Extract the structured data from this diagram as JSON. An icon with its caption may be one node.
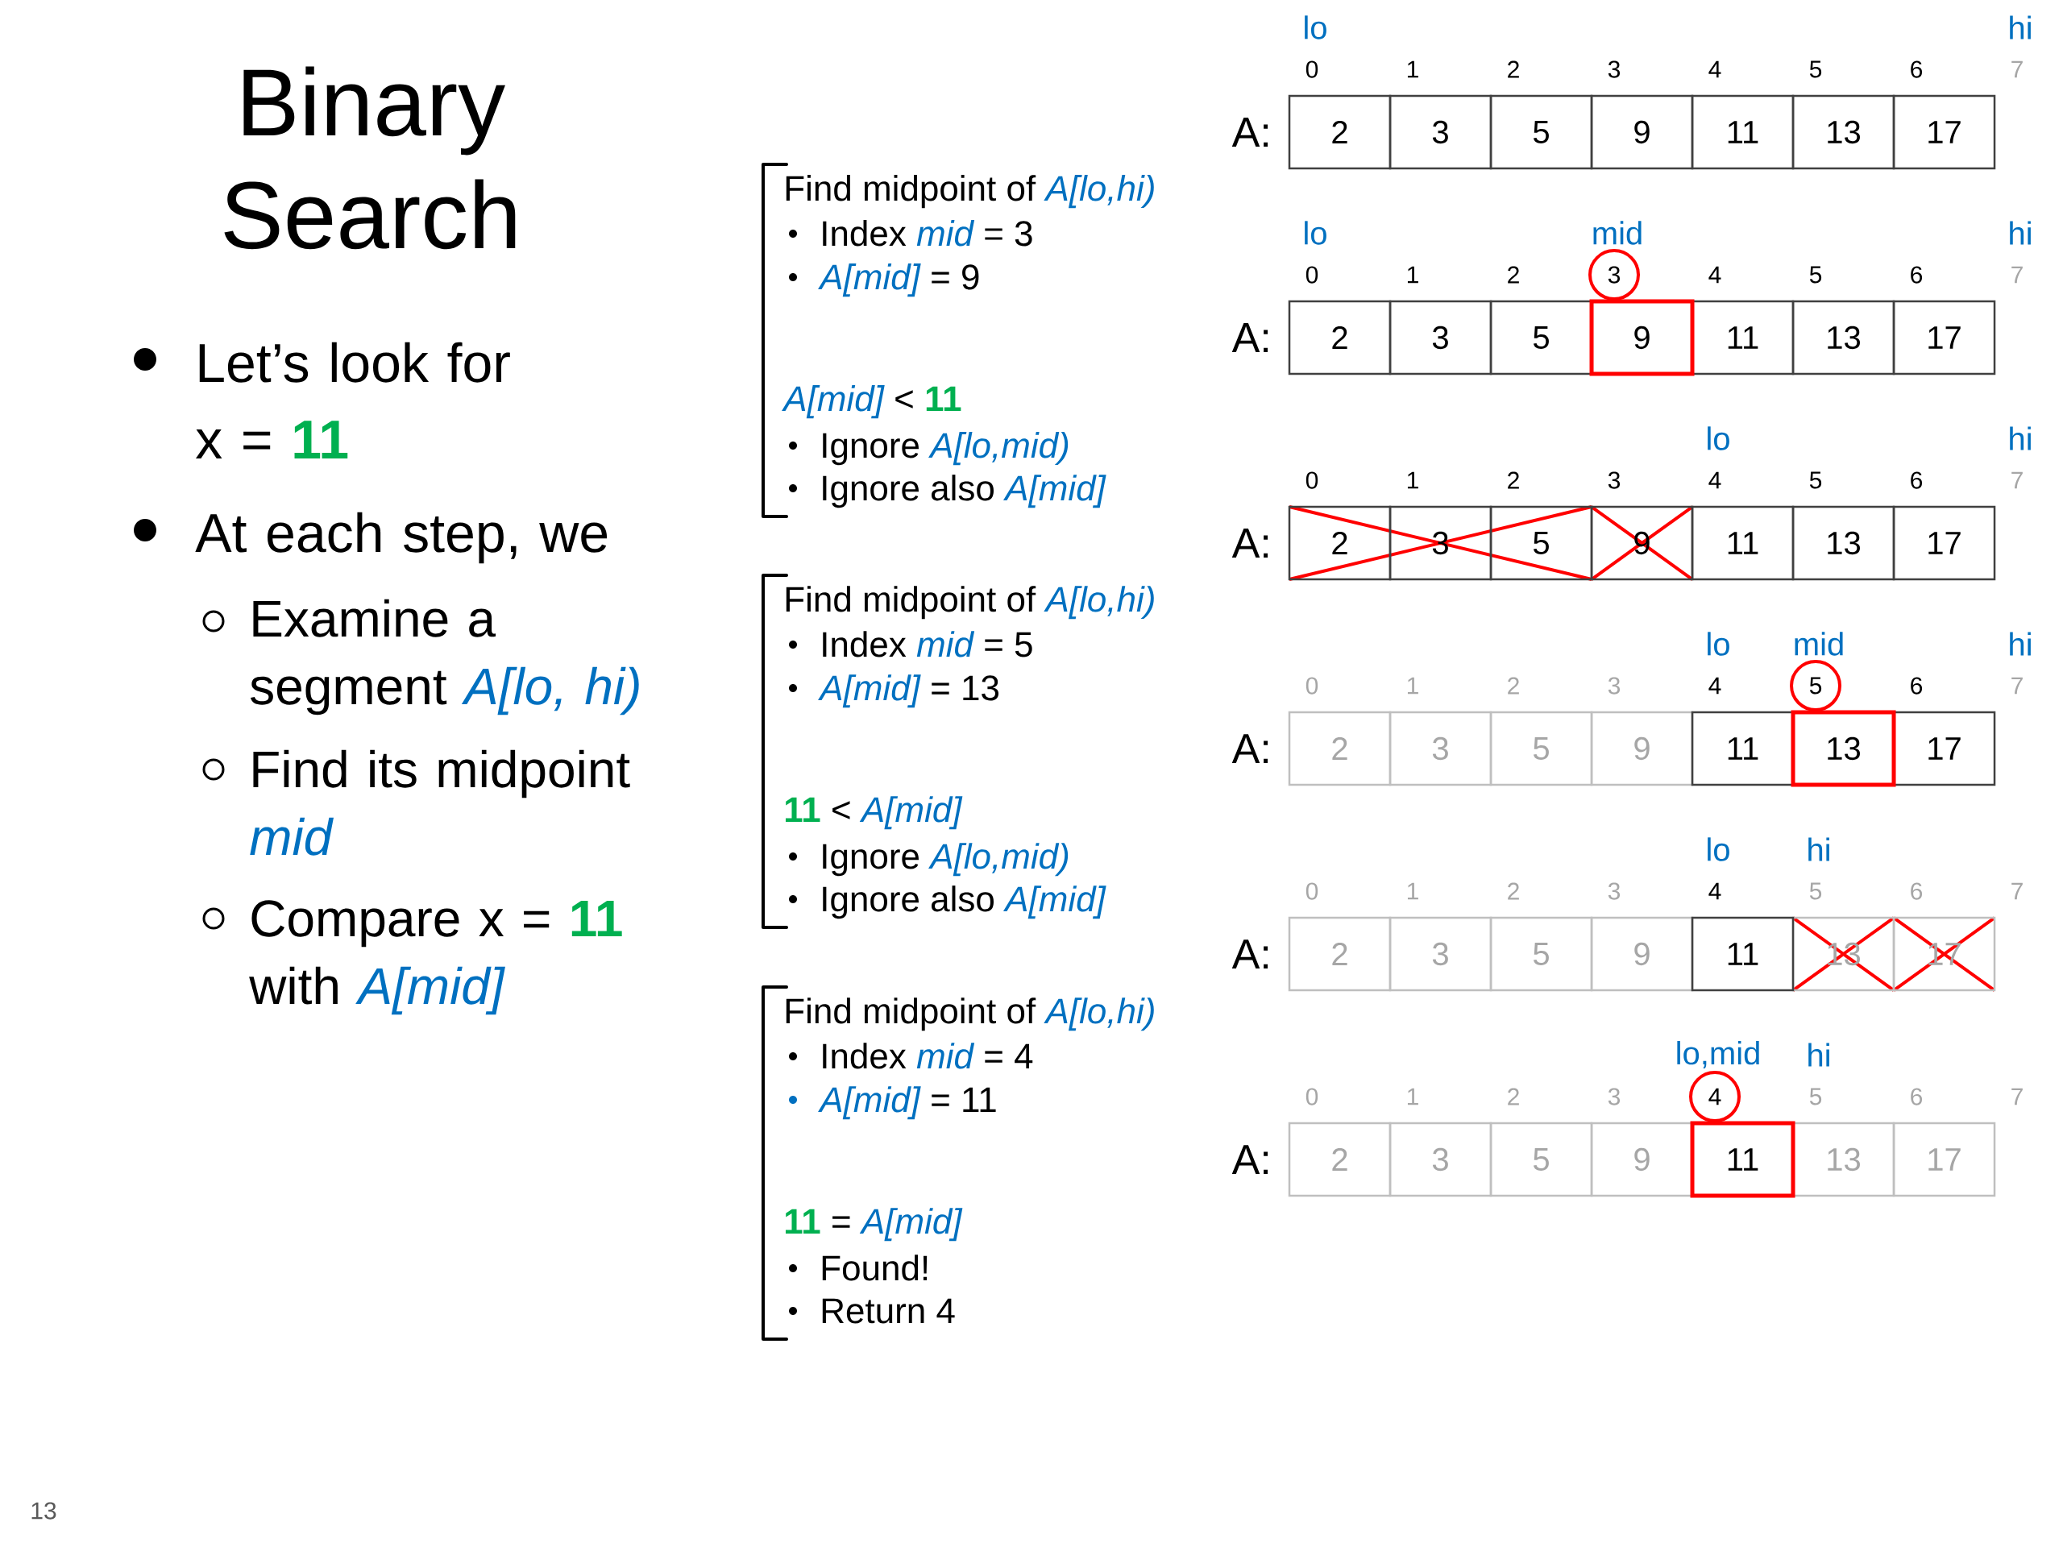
{
  "diagram": {
    "title": "Binary Search",
    "nodes": [
      {
        "text": [
          "2"
        ]
      },
      {
        "text": [
          "3"
        ]
      },
      {
        "text": [
          "5"
        ]
      },
      {
        "text": [
          "9"
        ]
      },
      {
        "text": [
          "11"
        ]
      },
      {
        "text": [
          "13"
        ]
      },
      {
        "text": [
          "17"
        ]
      },
      {
        "text": [
          "3"
        ]
      },
      {
        "text": [
          "2"
        ]
      },
      {
        "text": [
          "3"
        ]
      },
      {
        "text": [
          "5"
        ]
      },
      {
        "text": [
          "9"
        ]
      },
      {
        "text": [
          "11"
        ]
      },
      {
        "text": [
          "13"
        ]
      },
      {
        "text": [
          "17"
        ]
      },
      {
        "text": [
          "2"
        ]
      },
      {
        "text": [
          "3"
        ]
      },
      {
        "text": [
          "5"
        ]
      },
      {
        "text": [
          "9"
        ]
      },
      {
        "text": [
          "11"
        ]
      },
      {
        "text": [
          "13"
        ]
      },
      {
        "text": [
          "17"
        ]
      },
      {
        "text": [
          "5"
        ]
      },
      {
        "text": [
          "2"
        ]
      },
      {
        "text": [
          "3"
        ]
      },
      {
        "text": [
          "5"
        ]
      },
      {
        "text": [
          "9"
        ]
      },
      {
        "text": [
          "11"
        ]
      },
      {
        "text": [
          "13"
        ]
      },
      {
        "text": [
          "17"
        ]
      },
      {
        "text": [
          "2"
        ]
      },
      {
        "text": [
          "3"
        ]
      },
      {
        "text": [
          "5"
        ]
      },
      {
        "text": [
          "9"
        ]
      },
      {
        "text": [
          "11"
        ]
      },
      {
        "text": [
          "13"
        ]
      },
      {
        "text": [
          "17"
        ]
      },
      {
        "text": [
          "4"
        ]
      },
      {
        "text": [
          "2"
        ]
      },
      {
        "text": [
          "3"
        ]
      },
      {
        "text": [
          "5"
        ]
      },
      {
        "text": [
          "9"
        ]
      },
      {
        "text": [
          "11"
        ]
      },
      {
        "text": [
          "13"
        ]
      },
      {
        "text": [
          "17"
        ]
      }
    ],
    "labels": [
      "Let’s look for x = **11**",
      "At each step, we",
      "Examine a segment *A[lo, hi)*",
      "Find its midpoint *mid*",
      "Compare x = **11** with *A[mid]*",
      "Find midpoint of *A[lo,hi)*",
      "Index *mid* = 3",
      "*A[mid]* = 9",
      "*A[mid]* < **11**",
      "Ignore *A[lo,mid)*",
      "Ignore also *A[mid]*",
      "Find midpoint of *A[lo,hi)*",
      "Index *mid* = 5",
      "*A[mid]* = 13",
      "**11** < *A[mid]*",
      "Ignore *A[lo,mid)*",
      "Ignore also *A[mid]*",
      "Find midpoint of *A[lo,hi)*",
      "Index *mid* = 4",
      "*A[mid]* = 11",
      "**11** = *A[mid]*",
      "Found!",
      "Return 4",
      "lo",
      "hi",
      "0",
      "1",
      "2",
      "3",
      "4",
      "5",
      "6",
      "7",
      "A:",
      "lo",
      "mid",
      "hi",
      "0",
      "1",
      "2",
      "4",
      "5",
      "6",
      "7",
      "A:",
      "lo",
      "hi",
      "0",
      "1",
      "2",
      "3",
      "4",
      "5",
      "6",
      "7",
      "A:",
      "lo",
      "mid",
      "hi",
      "0",
      "1",
      "2",
      "3",
      "4",
      "6",
      "7",
      "A:",
      "lo",
      "hi",
      "0",
      "1",
      "2",
      "3",
      "4",
      "5",
      "6",
      "7",
      "A:",
      "lo,mid",
      "hi",
      "0",
      "1",
      "2",
      "3",
      "5",
      "6",
      "7",
      "A:",
      "13"
    ]
  }
}
